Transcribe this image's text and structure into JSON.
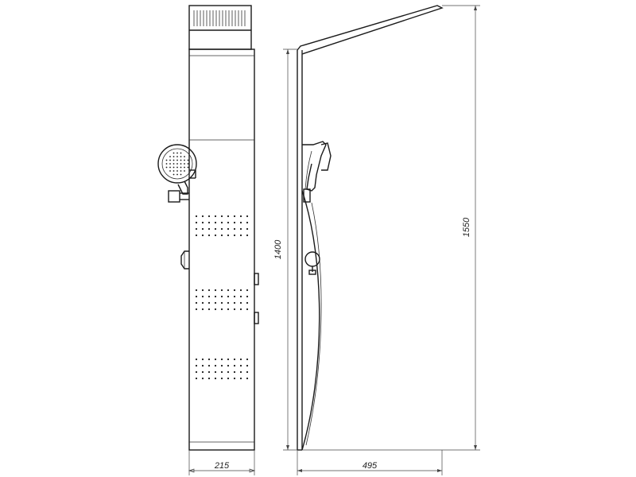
{
  "dimensions": {
    "front_width": "215",
    "side_depth": "495",
    "body_height": "1400",
    "total_height": "1550"
  }
}
